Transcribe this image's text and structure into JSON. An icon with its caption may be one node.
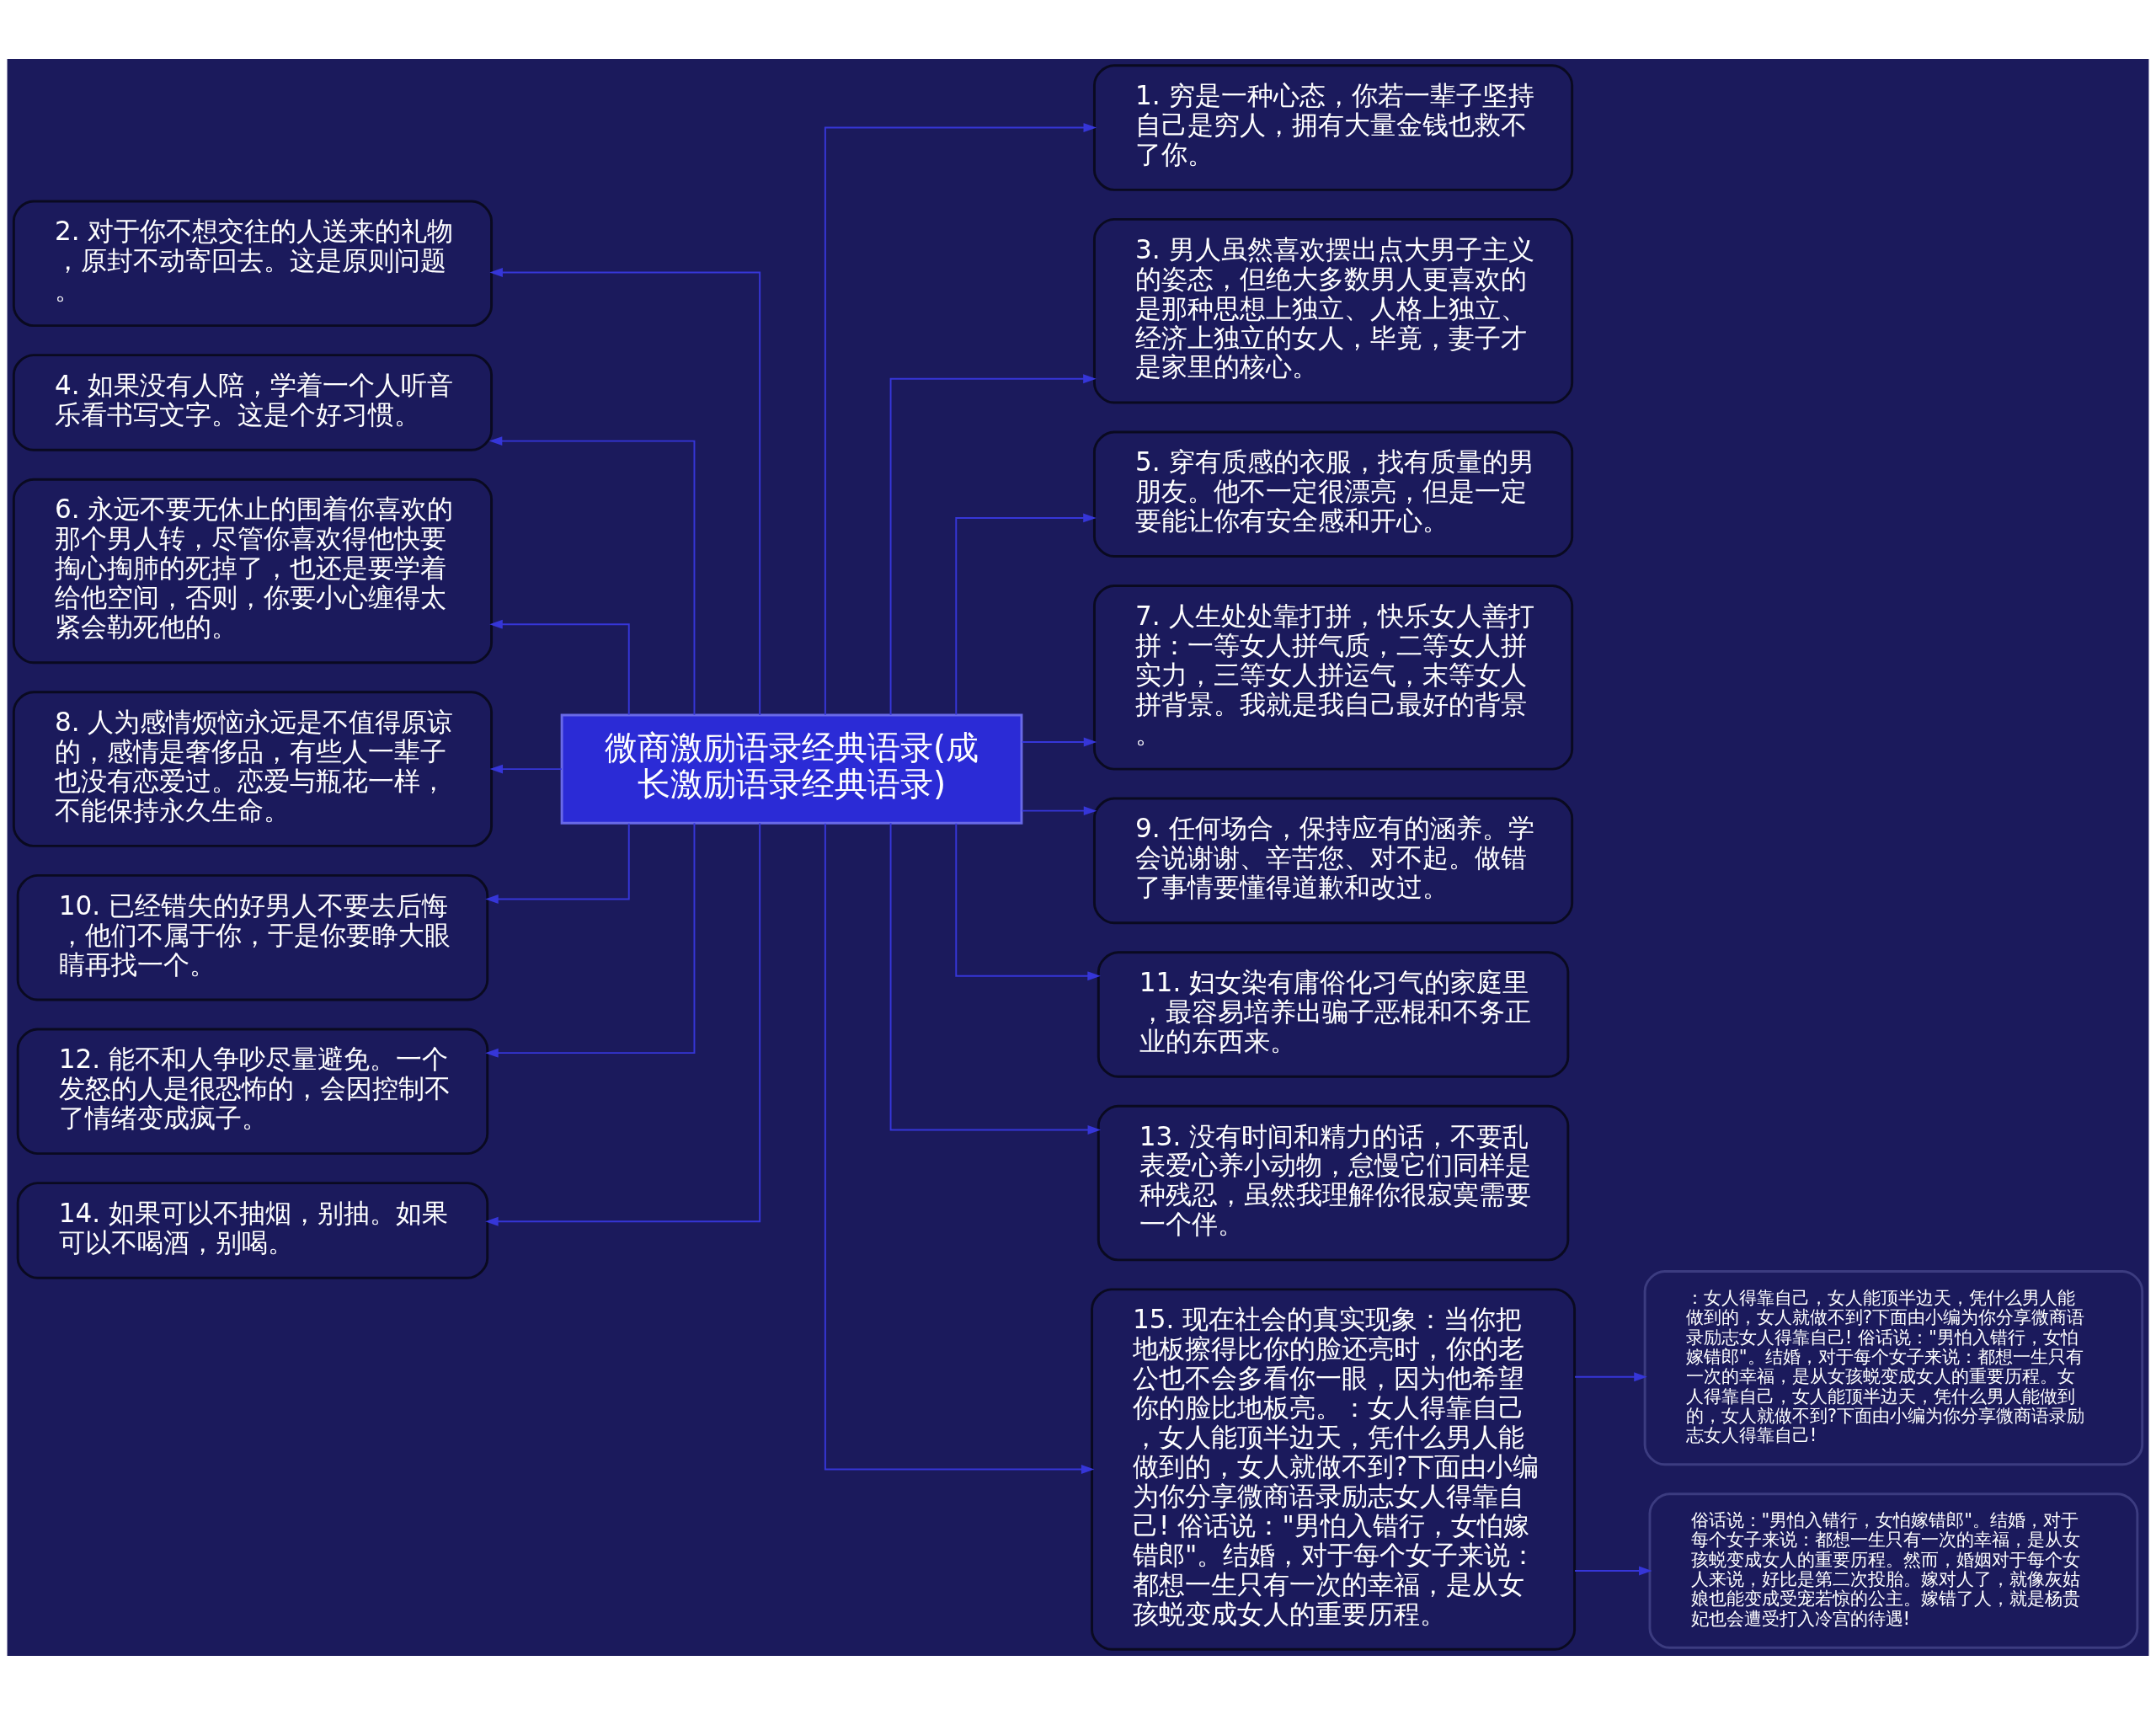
{
  "diagram": {
    "nodes": [
      {
        "text": [
          "微商激励语录经典语录(成长激励语录经典语录)"
        ]
      },
      {
        "text": [
          "1. 穷是一种心态，你若一辈子坚持自己是穷人，拥有大量金钱也救不了你。"
        ]
      },
      {
        "text": [
          "2. 对于你不想交往的人送来的礼物，原封不动寄回去。这是原则问题。"
        ]
      },
      {
        "text": [
          "3. 男人虽然喜欢摆出点大男子主义的姿态，但绝大多数男人更喜欢的是那种思想上独立、人格上独立、经济上独立的女人，毕竟，妻子才是家里的核心。"
        ]
      },
      {
        "text": [
          "4. 如果没有人陪，学着一个人听音乐看书写文字。这是个好习惯。"
        ]
      },
      {
        "text": [
          "5. 穿有质感的衣服，找有质量的男朋友。他不一定很漂亮，但是一定要能让你有安全感和开心。"
        ]
      },
      {
        "text": [
          "6. 永远不要无休止的围着你喜欢的那个男人转，尽管你喜欢得他快要掏心掏肺的死掉了，也还是要学着给他空间，否则，你要小心缠得太紧会勒死他的。"
        ]
      },
      {
        "text": [
          "7. 人生处处靠打拼，快乐女人善打拼：一等女人拼气质，二等女人拼实力，三等女人拼运气，末等女人拼背景。我就是我自己最好的背景。"
        ]
      },
      {
        "text": [
          "8. 人为感情烦恼永远是不值得原谅的，感情是奢侈品，有些人一辈子也没有恋爱过。恋爱与瓶花一样，不能保持永久生命。"
        ]
      },
      {
        "text": [
          "9. 任何场合，保持应有的涵养。学会说谢谢、辛苦您、对不起。做错了事情要懂得道歉和改过。"
        ]
      },
      {
        "text": [
          "10. 已经错失的好男人不要去后悔，他们不属于你，于是你要睁大眼睛再找一个。"
        ]
      },
      {
        "text": [
          "11. 妇女染有庸俗化习气的家庭里，最容易培养出骗子恶棍和不务正业的东西来。"
        ]
      },
      {
        "text": [
          "12. 能不和人争吵尽量避免。一个发怒的人是很恐怖的，会因控制不了情绪变成疯子。"
        ]
      },
      {
        "text": [
          "13. 没有时间和精力的话，不要乱表爱心养小动物，怠慢它们同样是种残忍，虽然我理解你很寂寞需要一个伴。"
        ]
      },
      {
        "text": [
          "14. 如果可以不抽烟，别抽。如果可以不喝酒，别喝。"
        ]
      },
      {
        "text": [
          "15. 现在社会的真实现象：当你把地板擦得比你的脸还亮时，你的老公也不会多看你一眼，因为他希望你的脸比地板亮。：女人得靠自己，女人能顶半边天，凭什么男人能做到的，女人就做不到?下面由小编为你分享微商语录励志女人得靠自己! 俗话说：\"男怕入错行，女怕嫁错郎\"。结婚，对于每个女子来说：都想一生只有一次的幸福，是从女孩蜕变成女人的重要历程。"
        ]
      },
      {
        "text": [
          "：女人得靠自己，女人能顶半边天，凭什么男人能做到的，女人就做不到?下面由小编为你分享微商语录励志女人得靠自己! 俗话说：\"男怕入错行，女怕嫁错郎\"。结婚，对于每个女子来说：都想一生只有一次的幸福，是从女孩蜕变成女人的重要历程。女人得靠自己，女人能顶半边天，凭什么男人能做到的，女人就做不到?下面由小编为你分享微商语录励志女人得靠自己!"
        ]
      },
      {
        "text": [
          "俗话说：\"男怕入错行，女怕嫁错郎\"。结婚，对于每个女子来说：都想一生只有一次的幸福，是从女孩蜕变成女人的重要历程。然而，婚姻对于每个女人来说，好比是第二次投胎。嫁对人了，就像灰姑娘也能变成受宠若惊的公主。嫁错了人，就是杨贵妃也会遭受打入冷宫的待遇!"
        ]
      }
    ],
    "edges": [
      {
        "from": 0,
        "to": 1,
        "arrow": "to"
      },
      {
        "from": 0,
        "to": 3,
        "arrow": "to"
      },
      {
        "from": 0,
        "to": 5,
        "arrow": "to"
      },
      {
        "from": 0,
        "to": 7,
        "arrow": "to"
      },
      {
        "from": 0,
        "to": 9,
        "arrow": "to"
      },
      {
        "from": 0,
        "to": 11,
        "arrow": "to"
      },
      {
        "from": 0,
        "to": 13,
        "arrow": "to"
      },
      {
        "from": 0,
        "to": 15,
        "arrow": "to"
      },
      {
        "from": 0,
        "to": 2,
        "arrow": "to"
      },
      {
        "from": 0,
        "to": 4,
        "arrow": "to"
      },
      {
        "from": 0,
        "to": 6,
        "arrow": "to"
      },
      {
        "from": 0,
        "to": 8,
        "arrow": "to"
      },
      {
        "from": 0,
        "to": 10,
        "arrow": "to"
      },
      {
        "from": 0,
        "to": 12,
        "arrow": "to"
      },
      {
        "from": 0,
        "to": 14,
        "arrow": "to"
      },
      {
        "from": 15,
        "to": 16,
        "arrow": "to"
      },
      {
        "from": 15,
        "to": 17,
        "arrow": "to"
      }
    ]
  }
}
